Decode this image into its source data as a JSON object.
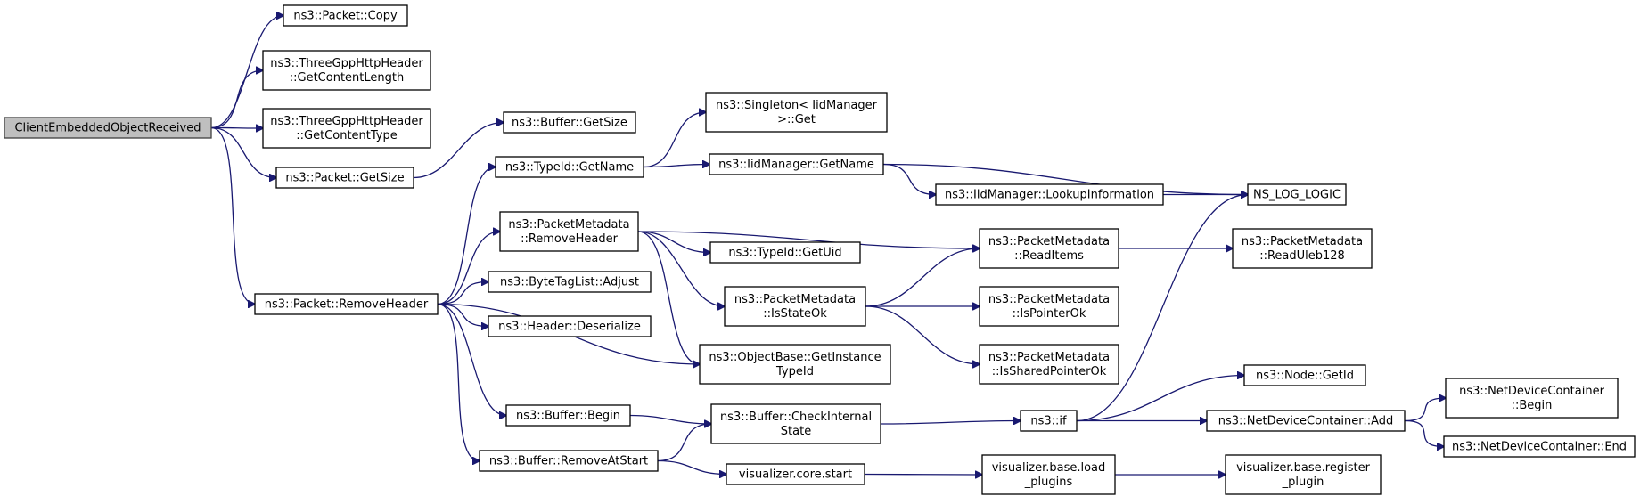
{
  "colors": {
    "edge": "#191970",
    "node_border": "#000000",
    "root_fill": "#bfbfbf",
    "background": "#ffffff"
  },
  "nodes": [
    {
      "id": "n_root",
      "lines": [
        "ClientEmbeddedObjectReceived"
      ],
      "highlighted": true
    },
    {
      "id": "n_copy",
      "lines": [
        "ns3::Packet::Copy"
      ]
    },
    {
      "id": "n_getcl",
      "lines": [
        "ns3::ThreeGppHttpHeader",
        "::GetContentLength"
      ]
    },
    {
      "id": "n_getct",
      "lines": [
        "ns3::ThreeGppHttpHeader",
        "::GetContentType"
      ]
    },
    {
      "id": "n_pgetsize",
      "lines": [
        "ns3::Packet::GetSize"
      ]
    },
    {
      "id": "n_premhdr",
      "lines": [
        "ns3::Packet::RemoveHeader"
      ]
    },
    {
      "id": "n_bgetsize",
      "lines": [
        "ns3::Buffer::GetSize"
      ]
    },
    {
      "id": "n_tgetname",
      "lines": [
        "ns3::TypeId::GetName"
      ]
    },
    {
      "id": "n_pmremhdr",
      "lines": [
        "ns3::PacketMetadata",
        "::RemoveHeader"
      ]
    },
    {
      "id": "n_btladjust",
      "lines": [
        "ns3::ByteTagList::Adjust"
      ]
    },
    {
      "id": "n_hdeser",
      "lines": [
        "ns3::Header::Deserialize"
      ]
    },
    {
      "id": "n_bbegin",
      "lines": [
        "ns3::Buffer::Begin"
      ]
    },
    {
      "id": "n_bremstart",
      "lines": [
        "ns3::Buffer::RemoveAtStart"
      ]
    },
    {
      "id": "n_singget",
      "lines": [
        "ns3::Singleton< IidManager",
        ">::Get"
      ]
    },
    {
      "id": "n_iidgetname",
      "lines": [
        "ns3::IidManager::GetName"
      ]
    },
    {
      "id": "n_tgetuid",
      "lines": [
        "ns3::TypeId::GetUid"
      ]
    },
    {
      "id": "n_pmisstate",
      "lines": [
        "ns3::PacketMetadata",
        "::IsStateOk"
      ]
    },
    {
      "id": "n_obgetinst",
      "lines": [
        "ns3::ObjectBase::GetInstance",
        "TypeId"
      ]
    },
    {
      "id": "n_bcheckint",
      "lines": [
        "ns3::Buffer::CheckInternal",
        "State"
      ]
    },
    {
      "id": "n_vcorestart",
      "lines": [
        "visualizer.core.start"
      ]
    },
    {
      "id": "n_iidlookup",
      "lines": [
        "ns3::IidManager::LookupInformation"
      ]
    },
    {
      "id": "n_pmreaditems",
      "lines": [
        "ns3::PacketMetadata",
        "::ReadItems"
      ]
    },
    {
      "id": "n_pmisptr",
      "lines": [
        "ns3::PacketMetadata",
        "::IsPointerOk"
      ]
    },
    {
      "id": "n_pmisshared",
      "lines": [
        "ns3::PacketMetadata",
        "::IsSharedPointerOk"
      ]
    },
    {
      "id": "n_if",
      "lines": [
        "ns3::if"
      ]
    },
    {
      "id": "n_vbaseload",
      "lines": [
        "visualizer.base.load",
        "_plugins"
      ]
    },
    {
      "id": "n_nslog",
      "lines": [
        "NS_LOG_LOGIC"
      ]
    },
    {
      "id": "n_pmreaduleb",
      "lines": [
        "ns3::PacketMetadata",
        "::ReadUleb128"
      ]
    },
    {
      "id": "n_nodegetid",
      "lines": [
        "ns3::Node::GetId"
      ]
    },
    {
      "id": "n_ndcadd",
      "lines": [
        "ns3::NetDeviceContainer::Add"
      ]
    },
    {
      "id": "n_vbasereg",
      "lines": [
        "visualizer.base.register",
        "_plugin"
      ]
    },
    {
      "id": "n_ndcbegin",
      "lines": [
        "ns3::NetDeviceContainer",
        "::Begin"
      ]
    },
    {
      "id": "n_ndcend",
      "lines": [
        "ns3::NetDeviceContainer::End"
      ]
    }
  ],
  "edges": [
    {
      "from": "n_root",
      "to": "n_copy"
    },
    {
      "from": "n_root",
      "to": "n_getcl"
    },
    {
      "from": "n_root",
      "to": "n_getct"
    },
    {
      "from": "n_root",
      "to": "n_pgetsize"
    },
    {
      "from": "n_root",
      "to": "n_premhdr"
    },
    {
      "from": "n_pgetsize",
      "to": "n_bgetsize"
    },
    {
      "from": "n_premhdr",
      "to": "n_tgetname"
    },
    {
      "from": "n_premhdr",
      "to": "n_pmremhdr"
    },
    {
      "from": "n_premhdr",
      "to": "n_btladjust"
    },
    {
      "from": "n_premhdr",
      "to": "n_hdeser"
    },
    {
      "from": "n_premhdr",
      "to": "n_obgetinst"
    },
    {
      "from": "n_premhdr",
      "to": "n_bbegin"
    },
    {
      "from": "n_premhdr",
      "to": "n_bremstart"
    },
    {
      "from": "n_tgetname",
      "to": "n_singget"
    },
    {
      "from": "n_tgetname",
      "to": "n_iidgetname"
    },
    {
      "from": "n_iidgetname",
      "to": "n_iidlookup"
    },
    {
      "from": "n_iidgetname",
      "to": "n_nslog"
    },
    {
      "from": "n_iidlookup",
      "to": "n_nslog"
    },
    {
      "from": "n_pmremhdr",
      "to": "n_pmreaditems"
    },
    {
      "from": "n_pmremhdr",
      "to": "n_tgetuid"
    },
    {
      "from": "n_pmremhdr",
      "to": "n_pmisstate"
    },
    {
      "from": "n_pmremhdr",
      "to": "n_obgetinst"
    },
    {
      "from": "n_pmisstate",
      "to": "n_pmreaditems"
    },
    {
      "from": "n_pmisstate",
      "to": "n_pmisptr"
    },
    {
      "from": "n_pmisstate",
      "to": "n_pmisshared"
    },
    {
      "from": "n_pmreaditems",
      "to": "n_pmreaduleb"
    },
    {
      "from": "n_bbegin",
      "to": "n_bcheckint"
    },
    {
      "from": "n_bremstart",
      "to": "n_bcheckint"
    },
    {
      "from": "n_bremstart",
      "to": "n_vcorestart"
    },
    {
      "from": "n_bcheckint",
      "to": "n_if"
    },
    {
      "from": "n_if",
      "to": "n_nslog"
    },
    {
      "from": "n_if",
      "to": "n_nodegetid"
    },
    {
      "from": "n_if",
      "to": "n_ndcadd"
    },
    {
      "from": "n_ndcadd",
      "to": "n_ndcbegin"
    },
    {
      "from": "n_ndcadd",
      "to": "n_ndcend"
    },
    {
      "from": "n_vcorestart",
      "to": "n_vbaseload"
    },
    {
      "from": "n_vbaseload",
      "to": "n_vbasereg"
    }
  ]
}
